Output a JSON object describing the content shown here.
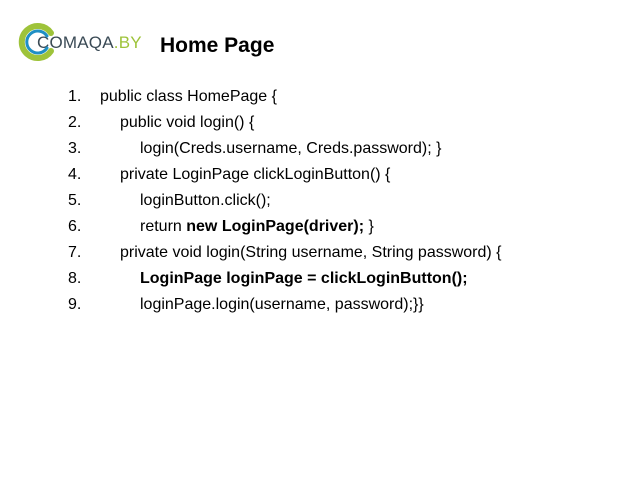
{
  "logo": {
    "brand": "COMAQA",
    "tld": ".BY",
    "colors": {
      "green": "#9ec33a",
      "blue": "#1f8fc4",
      "text": "#3a4a55"
    }
  },
  "title": "Home Page",
  "lines": [
    {
      "num": "1.",
      "parts": [
        {
          "text": "public class HomePage {"
        }
      ]
    },
    {
      "num": "2.",
      "parts": [
        {
          "text": "public void login() {"
        }
      ]
    },
    {
      "num": "3.",
      "parts": [
        {
          "text": "login(Creds.username, Creds.password); }"
        }
      ]
    },
    {
      "num": "4.",
      "parts": [
        {
          "text": "private LoginPage clickLoginButton() {"
        }
      ]
    },
    {
      "num": "5.",
      "parts": [
        {
          "text": "loginButton.click();"
        }
      ]
    },
    {
      "num": "6.",
      "parts": [
        {
          "text": "return "
        },
        {
          "text": "new LoginPage(driver);"
        },
        {
          "text": " }"
        }
      ]
    },
    {
      "num": "7.",
      "parts": [
        {
          "text": "private void login(String username, String password) {"
        }
      ]
    },
    {
      "num": "8.",
      "parts": [
        {
          "text": "LoginPage loginPage = clickLoginButton();"
        }
      ]
    },
    {
      "num": "9.",
      "parts": [
        {
          "text": "loginPage.login(username, password);}}"
        }
      ]
    }
  ]
}
